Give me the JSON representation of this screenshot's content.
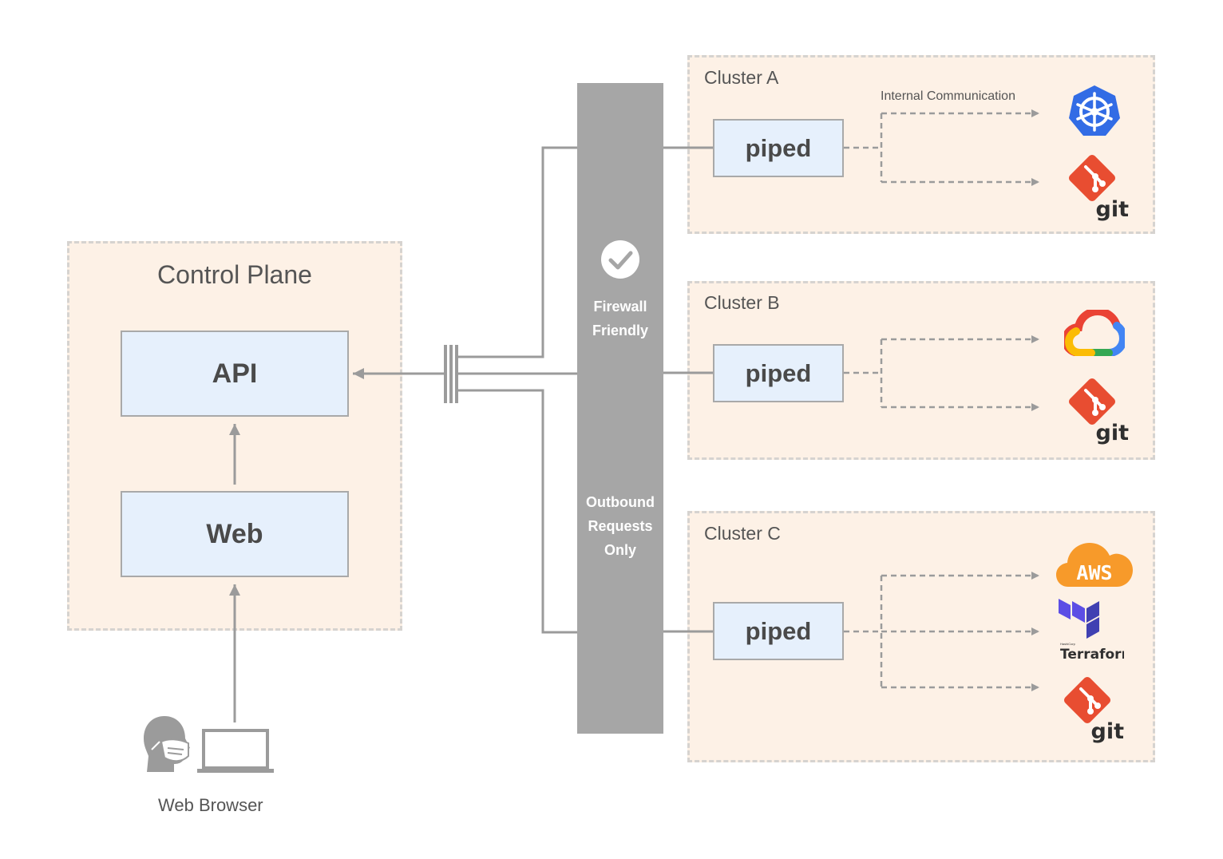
{
  "control_plane": {
    "title": "Control Plane",
    "api_label": "API",
    "web_label": "Web"
  },
  "client": {
    "label": "Web Browser"
  },
  "firewall": {
    "line1": "Firewall",
    "line2": "Friendly",
    "outbound_line1": "Outbound",
    "outbound_line2": "Requests",
    "outbound_line3": "Only"
  },
  "clusters": [
    {
      "title": "Cluster A",
      "agent": "piped",
      "targets": [
        "kubernetes-icon",
        "git-icon"
      ]
    },
    {
      "title": "Cluster B",
      "agent": "piped",
      "targets": [
        "google-cloud-icon",
        "git-icon"
      ]
    },
    {
      "title": "Cluster C",
      "agent": "piped",
      "targets": [
        "aws-icon",
        "terraform-icon",
        "git-icon"
      ]
    }
  ],
  "annotations": {
    "internal_communication": "Internal Communication"
  },
  "logos": {
    "git_text": "git",
    "aws_text": "AWS",
    "terraform_text": "Terraform",
    "terraform_small": "HashiCorp"
  },
  "colors": {
    "box_fill": "#e6f0fc",
    "group_fill": "#fdf1e6",
    "firewall": "#a6a6a6",
    "git": "#e84d31",
    "kubernetes": "#326ce5",
    "aws": "#f79a2a",
    "terraform": "#5c4ee5"
  }
}
